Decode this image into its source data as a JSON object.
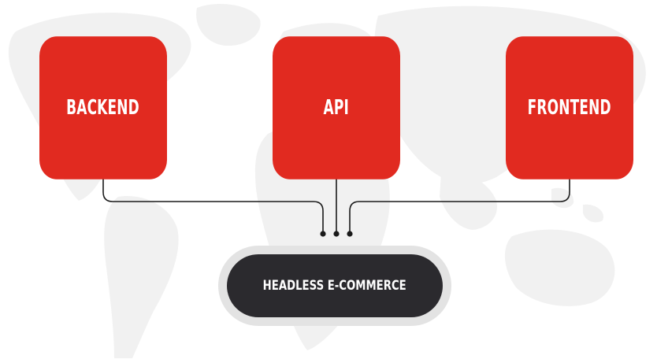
{
  "diagram": {
    "nodes": [
      {
        "id": "backend",
        "label": "BACKEND"
      },
      {
        "id": "api",
        "label": "API"
      },
      {
        "id": "frontend",
        "label": "FRONTEND"
      }
    ],
    "hub": {
      "label": "HEADLESS E-COMMERCE"
    }
  },
  "colors": {
    "node_fill": "#e12a20",
    "hub_fill": "#2b2a2e",
    "hub_ring": "#e3e3e3",
    "connector": "#1a1a1a",
    "map": "#f1f1f1"
  }
}
